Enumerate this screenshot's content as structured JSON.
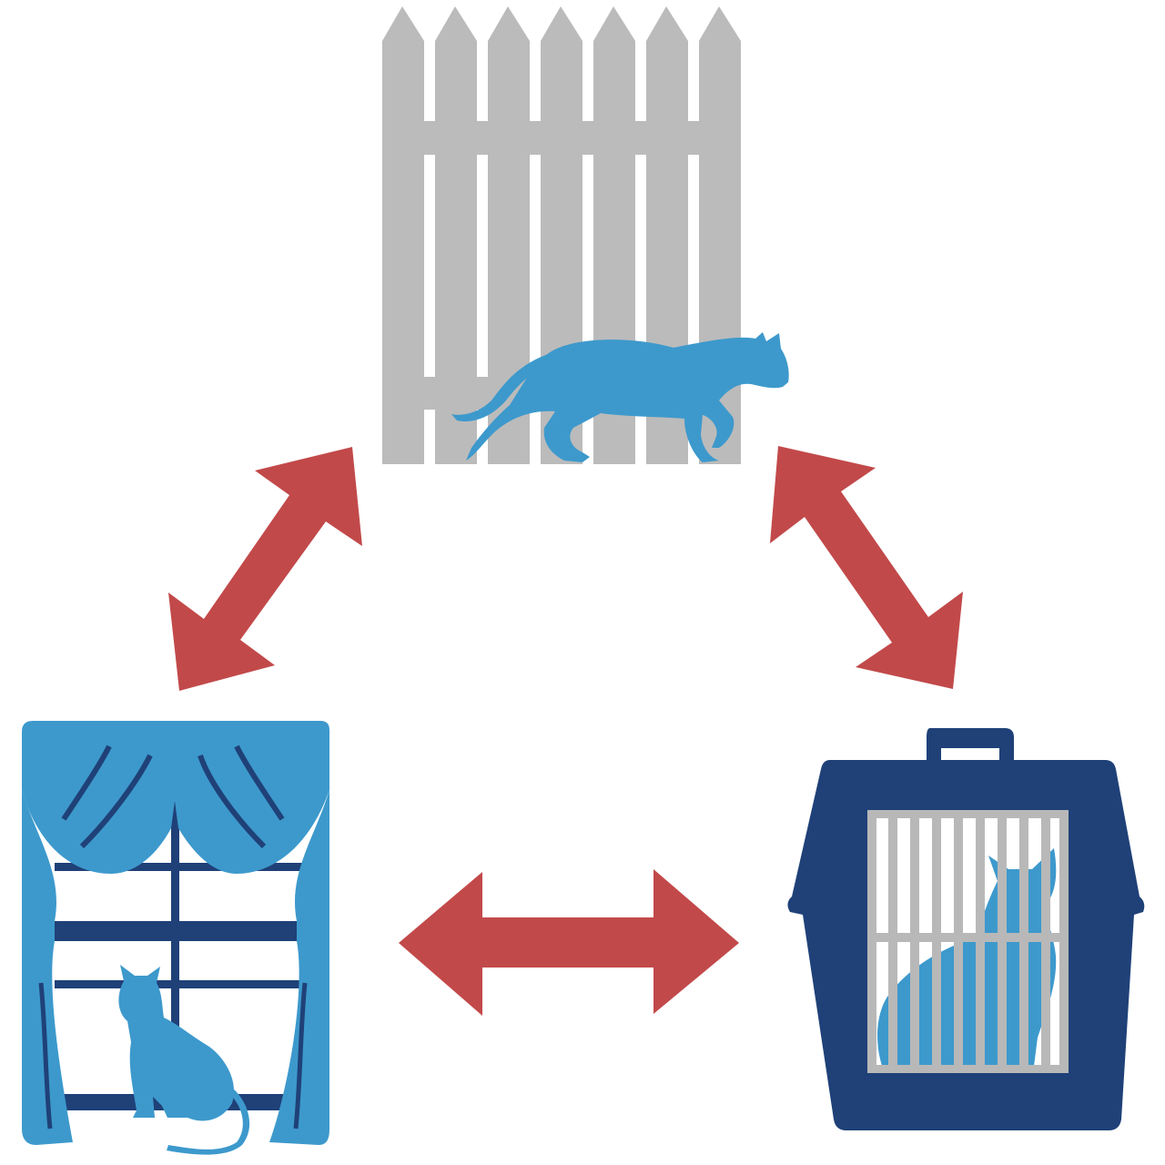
{
  "colors": {
    "background": "#ffffff",
    "fence": "#bbbbbb",
    "cat": "#3d99cc",
    "curtain": "#3d99cc",
    "navy": "#1f4178",
    "bars": "#b8b8b8",
    "arrow": "#c2494a"
  },
  "nodes": [
    {
      "id": "outdoor",
      "icon": "fence-with-walking-cat-icon"
    },
    {
      "id": "indoor",
      "icon": "window-with-sitting-cat-icon"
    },
    {
      "id": "carrier",
      "icon": "pet-carrier-with-cat-icon"
    }
  ],
  "edges": [
    {
      "from": "outdoor",
      "to": "indoor",
      "direction": "bidirectional"
    },
    {
      "from": "outdoor",
      "to": "carrier",
      "direction": "bidirectional"
    },
    {
      "from": "indoor",
      "to": "carrier",
      "direction": "bidirectional"
    }
  ]
}
